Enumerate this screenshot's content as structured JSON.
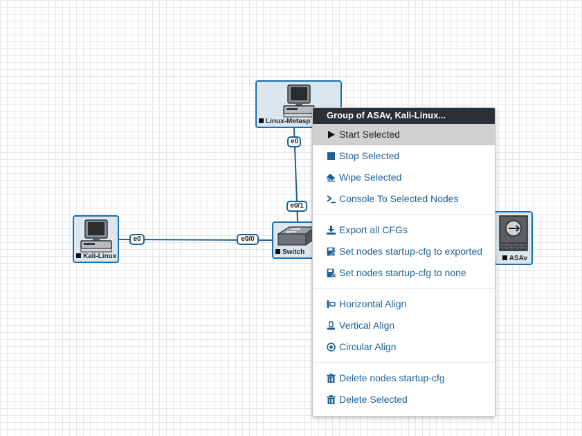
{
  "nodes": {
    "linux": {
      "label": "Linux-Metasp"
    },
    "kali": {
      "label": "Kali-Linux"
    },
    "switch": {
      "label": "Switch"
    },
    "asav": {
      "label": "ASAv"
    }
  },
  "ports": {
    "linux_e0": "e0",
    "switch_e01": "e0/1",
    "kali_e0": "e0",
    "switch_e00": "e0/0"
  },
  "context_menu": {
    "title": "Group of ASAv, Kali-Linux...",
    "start": "Start Selected",
    "stop": "Stop Selected",
    "wipe": "Wipe Selected",
    "console": "Console To Selected Nodes",
    "export": "Export all CFGs",
    "set_exported": "Set nodes startup-cfg to exported",
    "set_none": "Set nodes startup-cfg to none",
    "horizontal": "Horizontal Align",
    "vertical": "Vertical Align",
    "circular": "Circular Align",
    "delete_cfg": "Delete nodes startup-cfg",
    "delete_selected": "Delete Selected"
  },
  "colors": {
    "link": "#1f5f94",
    "node_border": "#1a6fb0",
    "node_fill": "#dbe6ee",
    "menu_header": "#2b3035",
    "menu_text": "#1d5f93",
    "menu_active": "#d0d0d0"
  }
}
